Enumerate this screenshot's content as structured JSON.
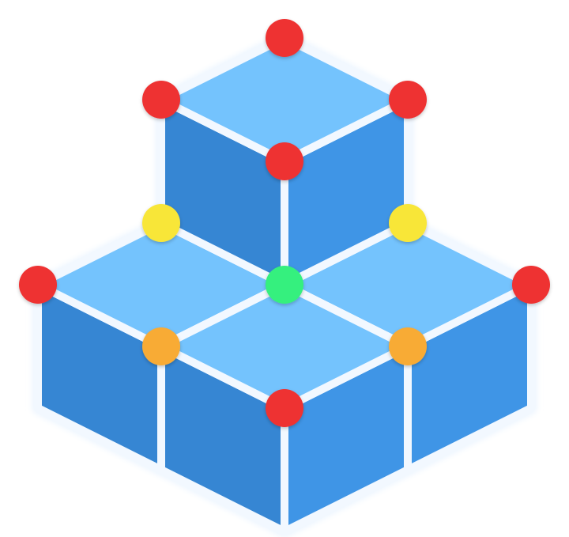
{
  "colors": {
    "top_face": "#74C3FD",
    "left_face": "#3686D3",
    "right_face": "#3F95E6",
    "edge": "#F2F8FF",
    "halo": "#EAF4FF",
    "node_red": "#EE3132",
    "node_yellow": "#F8E637",
    "node_orange": "#F8AB36",
    "node_green": "#34F07E"
  },
  "nodes": [
    {
      "id": "red-1",
      "role": "red"
    },
    {
      "id": "red-2",
      "role": "red"
    },
    {
      "id": "red-3",
      "role": "red"
    },
    {
      "id": "red-4",
      "role": "red"
    },
    {
      "id": "red-5",
      "role": "red"
    },
    {
      "id": "red-6",
      "role": "red"
    },
    {
      "id": "red-7",
      "role": "red"
    },
    {
      "id": "yellow-1",
      "role": "yellow"
    },
    {
      "id": "yellow-2",
      "role": "yellow"
    },
    {
      "id": "orange-1",
      "role": "orange"
    },
    {
      "id": "orange-2",
      "role": "orange"
    },
    {
      "id": "green-1",
      "role": "green"
    }
  ]
}
